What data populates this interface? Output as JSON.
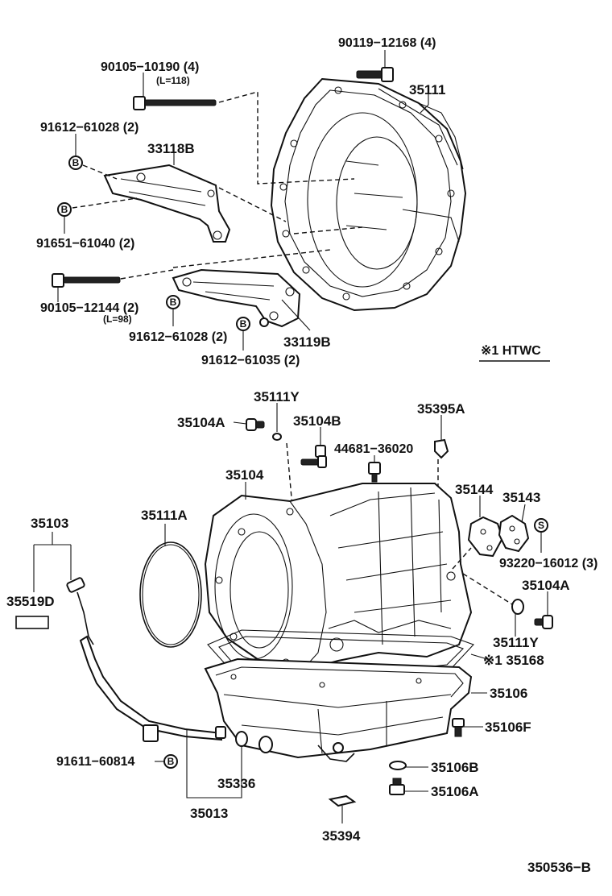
{
  "labels": {
    "p_90119_12168": "90119−12168 (4)",
    "p_35111": "35111",
    "p_90105_10190": "90105−10190 (4)",
    "p_l118": "(L=118)",
    "p_91612_61028_a": "91612−61028 (2)",
    "p_33118b": "33118B",
    "p_91651_61040": "91651−61040 (2)",
    "p_90105_12144": "90105−12144 (2)",
    "p_l98": "(L=98)",
    "p_91612_61028_b": "91612−61028 (2)",
    "p_33119b": "33119B",
    "p_91612_61035": "91612−61035 (2)",
    "p_htwc": "※1 HTWC",
    "p_35111y_top": "35111Y",
    "p_35104a_top": "35104A",
    "p_35104b": "35104B",
    "p_35395a": "35395A",
    "p_44681_36020": "44681−36020",
    "p_35104": "35104",
    "p_35111a": "35111A",
    "p_35144": "35144",
    "p_35143": "35143",
    "p_35103": "35103",
    "p_93220_16012": "93220−16012 (3)",
    "p_35104a_right": "35104A",
    "p_35519d": "35519D",
    "p_35111y_right": "35111Y",
    "p_35168": "※1  35168",
    "p_35106": "35106",
    "p_35106f": "35106F",
    "p_91611_60814": "91611−60814",
    "p_35336": "35336",
    "p_35106b": "35106B",
    "p_35106a": "35106A",
    "p_35013": "35013",
    "p_35394": "35394",
    "p_diagram_id": "350536−B"
  },
  "badges": {
    "b_letter": "B",
    "s_letter": "S"
  }
}
